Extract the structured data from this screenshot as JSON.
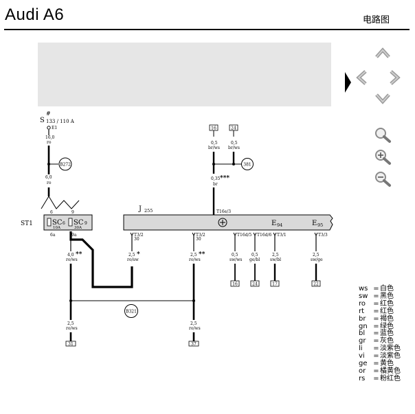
{
  "header": {
    "brand": "Audi A6",
    "doc_type": "电路图"
  },
  "navigation": {
    "active_indicator": "triangle-right-icon",
    "buttons": [
      "up-arrow-icon",
      "left-arrow-icon",
      "right-arrow-icon",
      "down-arrow-icon",
      "search-icon",
      "zoom-in-icon",
      "zoom-out-icon"
    ]
  },
  "diagram": {
    "fuse_marker": "#",
    "fuse_label": "S",
    "fuse_rating": "133 / 110 A",
    "e1_label": "E1",
    "wire_e1_size": "16,0",
    "wire_e1_color": "ro",
    "conn_b272": "B272",
    "wire_left_size": "6,0",
    "wire_left_color": "ro",
    "st1": "ST1",
    "pin6_top": "6",
    "pin9_top": "9",
    "sc6_label": "SC",
    "sc6_num": "6",
    "sc6_amp": "10A",
    "sc9_label": "SC",
    "sc9_num": "9",
    "sc9_amp": "30A",
    "pin6a": "6a",
    "pin9a": "9a",
    "box16_top": "16",
    "box24_top": "24",
    "wire_br1_size": "0,5",
    "wire_br1_color": "br/ws",
    "wire_br2_size": "0,5",
    "wire_br2_color": "br/ws",
    "conn_381": "381",
    "wire_br3_size": "0,35",
    "wire_br3_color": "br",
    "stars3": "***",
    "j255_label": "J",
    "j255_num": "255",
    "t16e3": "T16e/3",
    "e94_label": "E",
    "e94_num": "94",
    "e95_label": "E",
    "e95_num": "95",
    "pin_a_top": "T3/2",
    "pin_a_sub": "30",
    "pin_b_top": "T3/2",
    "pin_b_sub": "30",
    "pin_c": "T16d/5",
    "pin_d": "T16d/6",
    "pin_e": "T3/1",
    "pin_f": "T3/3",
    "w9a_size": "4,0",
    "w9a_color": "ro/ws",
    "w9a_stars": "**",
    "wA_size": "2,5",
    "wA_color": "ro/sw",
    "wA_star": "*",
    "wB_size": "2,5",
    "wB_color": "ro/ws",
    "wB_stars": "**",
    "wC_size": "0,5",
    "wC_color": "sw/ws",
    "wD_size": "0,5",
    "wD_color": "ge/bl",
    "wE_size": "2,5",
    "wE_color": "sw/bl",
    "wF_size": "2,5",
    "wF_color": "sw/ge",
    "box16_bot": "16",
    "box24_bot": "24",
    "box17": "17",
    "box22": "22",
    "conn_b321": "B321",
    "wL_size": "2,5",
    "wL_color": "ro/ws",
    "wR_size": "2,5",
    "wR_color": "ro/ws",
    "box31": "31",
    "box37": "37"
  },
  "legend": [
    {
      "code": "ws",
      "name": "白色"
    },
    {
      "code": "sw",
      "name": "黑色"
    },
    {
      "code": "ro",
      "name": "红色"
    },
    {
      "code": "rt",
      "name": "红色"
    },
    {
      "code": "br",
      "name": "褐色"
    },
    {
      "code": "gn",
      "name": "绿色"
    },
    {
      "code": "bl",
      "name": "蓝色"
    },
    {
      "code": "gr",
      "name": "灰色"
    },
    {
      "code": "li",
      "name": "淡紫色"
    },
    {
      "code": "vi",
      "name": "淡紫色"
    },
    {
      "code": "ge",
      "name": "黄色"
    },
    {
      "code": "or",
      "name": "橘黄色"
    },
    {
      "code": "rs",
      "name": "粉红色"
    }
  ],
  "colors": {
    "panel": "#e6e6e6",
    "module": "#d9d9d9",
    "icon_gray": "#9a9a9a"
  }
}
